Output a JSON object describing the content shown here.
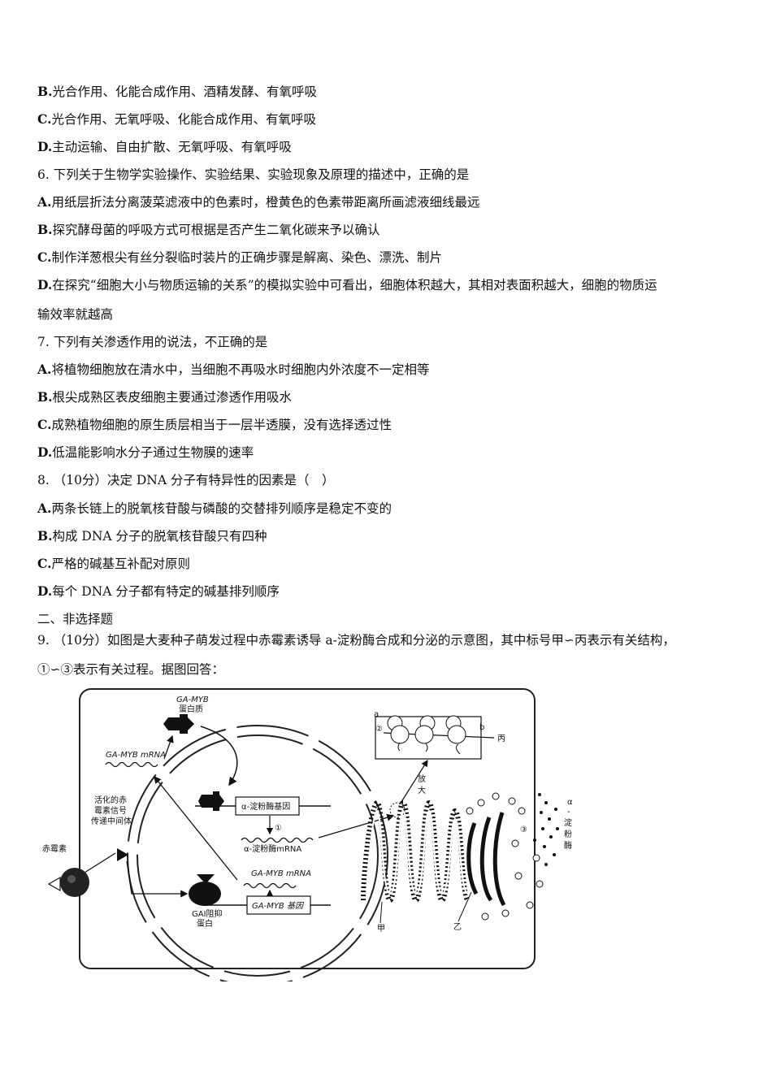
{
  "lines": [
    {
      "key": "B.",
      "text": "光合作用、化能合成作用、酒精发酵、有氧呼吸"
    },
    {
      "key": "C.",
      "text": "光合作用、无氧呼吸、化能合成作用、有氧呼吸"
    },
    {
      "key": "D.",
      "text": "主动运输、自由扩散、无氧呼吸、有氧呼吸"
    },
    {
      "key": "6.",
      "text": "下列关于生物学实验操作、实验结果、实验现象及原理的描述中，正确的是"
    },
    {
      "key": "A.",
      "text": "用纸层折法分离菠菜滤液中的色素时，橙黄色的色素带距离所画滤液细线最远"
    },
    {
      "key": "B.",
      "text": "探究酵母菌的呼吸方式可根据是否产生二氧化碳来予以确认"
    },
    {
      "key": "C.",
      "text": "制作洋葱根尖有丝分裂临时装片的正确步骤是解离、染色、漂洗、制片"
    },
    {
      "key": "D.",
      "text": "在探究“细胞大小与物质运输的关系”的模拟实验中可看出，细胞体积越大，其相对表面积越大，细胞的物质运"
    },
    {
      "key": "",
      "text": "输效率就越高"
    },
    {
      "key": "7.",
      "text": "下列有关渗透作用的说法，不正确的是"
    },
    {
      "key": "A.",
      "text": "将植物细胞放在清水中，当细胞不再吸水时细胞内外浓度不一定相等"
    },
    {
      "key": "B.",
      "text": "根尖成熟区表皮细胞主要通过渗透作用吸水"
    },
    {
      "key": "C.",
      "text": "成熟植物细胞的原生质层相当于一层半透膜，没有选择透过性"
    },
    {
      "key": "D.",
      "text": "低温能影响水分子通过生物膜的速率"
    },
    {
      "key": "8.",
      "text": "（10分）决定 DNA 分子有特异性的因素是（　）"
    },
    {
      "key": "A.",
      "text": "两条长链上的脱氧核苷酸与磷酸的交替排列顺序是稳定不变的"
    },
    {
      "key": "B.",
      "text": "构成 DNA 分子的脱氧核苷酸只有四种"
    },
    {
      "key": "C.",
      "text": "严格的碱基互补配对原则"
    },
    {
      "key": "D.",
      "text": "每个 DNA 分子都有特定的碱基排列顺序"
    },
    {
      "key": "",
      "text": "二、非选择题"
    },
    {
      "key": "9.",
      "text": "（10分）如图是大麦种子萌发过程中赤霉素诱导 a-淀粉酶合成和分泌的示意图，其中标号甲∽丙表示有关结构，"
    },
    {
      "key": "",
      "text": "①∽③表示有关过程。据图回答："
    }
  ],
  "figure": {
    "labels": {
      "gamyb_protein_1": "GA-MYB",
      "gamyb_protein_2": "蛋白质",
      "gamyb_mrna_top": "GA-MYB mRNA",
      "amylase_gene": "α-淀粉酶基因",
      "step1": "①",
      "amylase_mrna": "α-淀粉酶mRNA",
      "gamyb_mrna_bottom": "GA-MYB mRNA",
      "gamyb_gene": "GA-MYB 基因",
      "signal_1": "活化的赤",
      "signal_2": "霉素信号",
      "signal_3": "传递中间体",
      "gibberellin": "赤霉素",
      "gai_1": "GAI阻抑",
      "gai_2": "蛋白",
      "enlarge_1": "放",
      "enlarge_2": "大",
      "a": "a",
      "b": "b",
      "step2": "②",
      "bing": "丙",
      "jia": "甲",
      "yi": "乙",
      "step3": "③",
      "amylase_side_1": "α",
      "amylase_side_2": "-",
      "amylase_side_3": "淀",
      "amylase_side_4": "粉",
      "amylase_side_5": "酶"
    }
  }
}
